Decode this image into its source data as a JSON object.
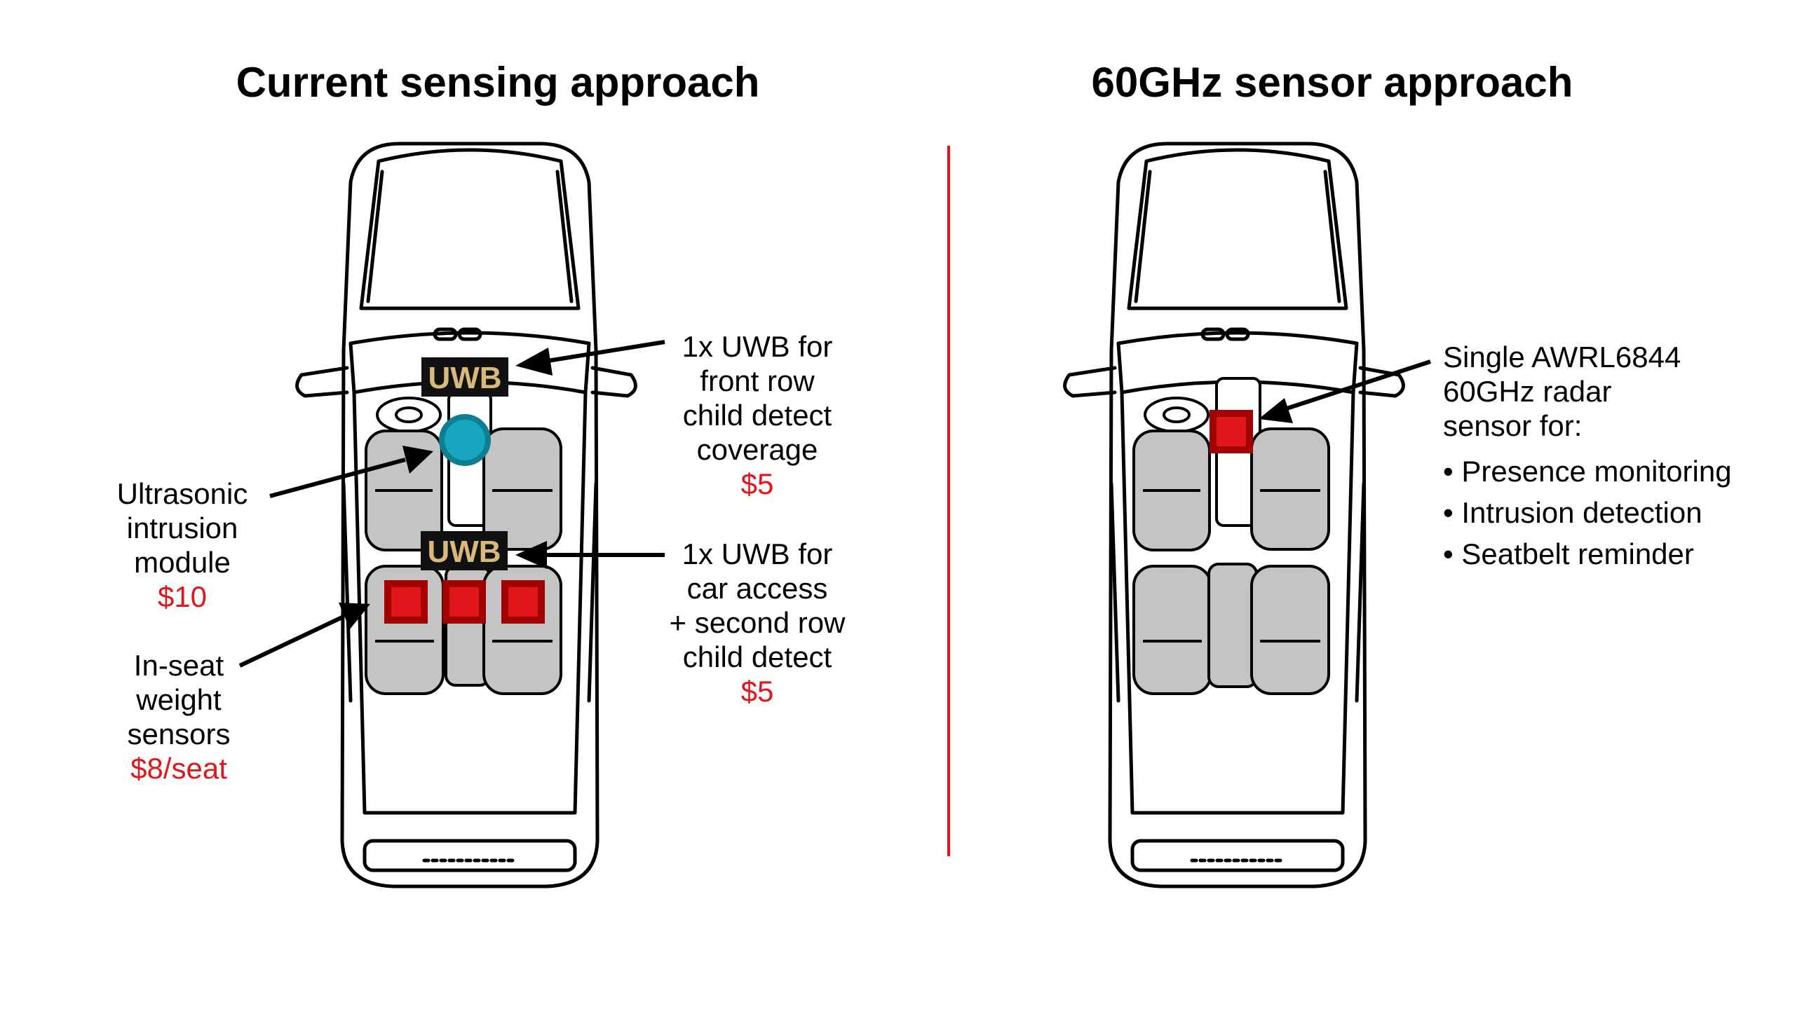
{
  "titles": {
    "left": "Current sensing approach",
    "right": "60GHz sensor approach"
  },
  "colors": {
    "price": "#e1161b",
    "divider": "#e1161b",
    "sensor_red": "#e1161b",
    "ultrasonic": "#17a6bf",
    "uwb_bg": "#111111",
    "uwb_text": "#d8b97a",
    "seat": "#c4c4c4"
  },
  "left": {
    "uwb_badge": "UWB",
    "uwb_front": {
      "lines": [
        "1x UWB for",
        "front row",
        "child detect",
        "coverage"
      ],
      "price": "$5"
    },
    "uwb_rear": {
      "lines": [
        "1x UWB for",
        "car access",
        "+ second row",
        "child detect"
      ],
      "price": "$5"
    },
    "ultrasonic": {
      "lines": [
        "Ultrasonic",
        "intrusion",
        "module"
      ],
      "price": "$10"
    },
    "weight": {
      "lines": [
        "In-seat",
        "weight",
        "sensors"
      ],
      "price": "$8/seat"
    }
  },
  "right": {
    "sensor": {
      "lines": [
        "Single AWRL6844",
        "60GHz radar",
        "sensor for:"
      ]
    },
    "bullets": [
      "• Presence monitoring",
      "• Intrusion detection",
      "• Seatbelt reminder"
    ]
  }
}
